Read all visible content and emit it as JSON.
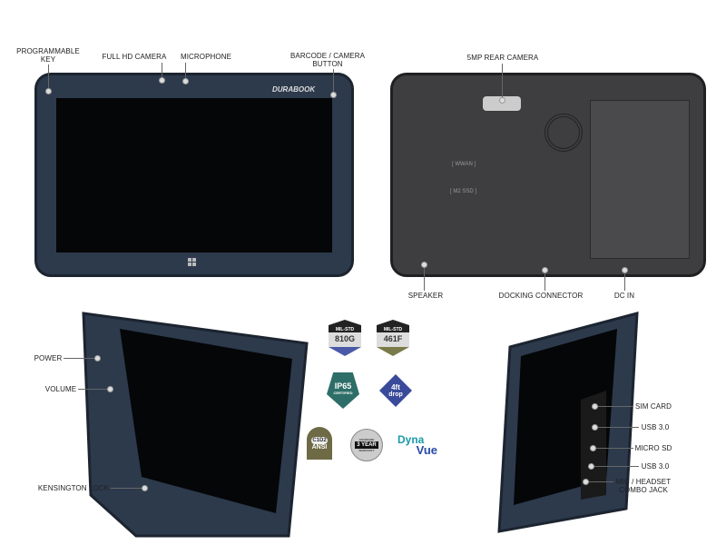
{
  "front_view": {
    "labels": {
      "programmable_key": "PROGRAMMABLE\nKEY",
      "camera": "FULL HD CAMERA",
      "microphone": "MICROPHONE",
      "barcode_button": "BARCODE / CAMERA\nBUTTON"
    },
    "brand": "DURABOOK"
  },
  "rear_view": {
    "labels": {
      "rear_camera": "5MP REAR CAMERA",
      "speaker": "SPEAKER",
      "docking_connector": "DOCKING CONNECTOR",
      "dc_in": "DC IN"
    },
    "panel_text": {
      "wwan": "[ WWAN ]",
      "ssd": "[ M2 SSD ]"
    }
  },
  "left_side_view": {
    "labels": {
      "power": "POWER",
      "volume": "VOLUME",
      "kensington": "KENSINGTON LOCK"
    }
  },
  "right_side_view": {
    "labels": {
      "sim": "SIM CARD",
      "usb1": "USB 3.0",
      "microsd": "MICRO SD",
      "usb2": "USB 3.0",
      "audio": "MIC / HEADSET\nCOMBO JACK"
    }
  },
  "badges": {
    "mil810": {
      "top": "MIL-STD",
      "bottom": "810G",
      "color": "#4a5aa8"
    },
    "mil461": {
      "top": "MIL-STD",
      "bottom": "461F",
      "color": "#7a7a4a"
    },
    "ip65": {
      "top": "IP65",
      "bottom": "CERTIFIED",
      "color": "#2e6e68"
    },
    "drop": {
      "top": "4ft",
      "bottom": "drop",
      "color": "#3a4a9a"
    },
    "ansi": {
      "top": "C1D2",
      "bottom": "ANSI",
      "color": "#6e6a45"
    },
    "warranty": {
      "top": "STANDARD",
      "middle": "3 YEAR",
      "bottom": "WARRANTY"
    },
    "dynavue": {
      "top": "Dyna",
      "bottom": "Vue",
      "color": "#1a9aa8"
    }
  }
}
